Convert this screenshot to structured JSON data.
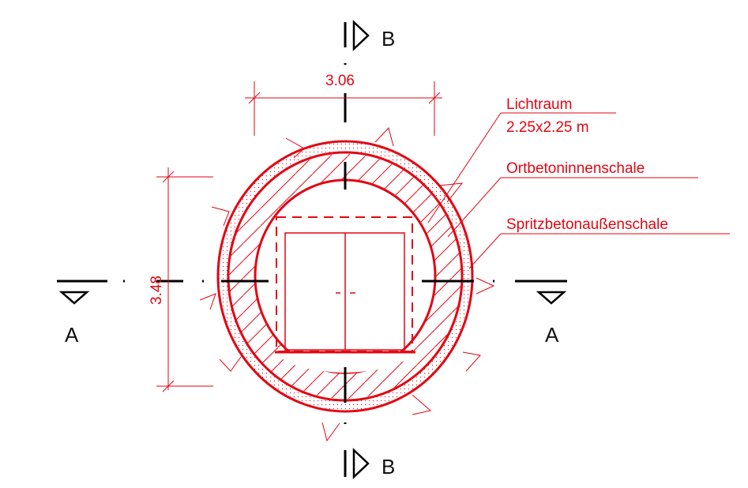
{
  "colors": {
    "drawing": "#e30613",
    "axis": "#000000"
  },
  "section_marks": {
    "left_label": "A",
    "right_label": "A",
    "top_label": "B",
    "bottom_label": "B"
  },
  "dimensions": {
    "width": "3.06",
    "height": "3.48"
  },
  "annotations": {
    "lichtraum_line1": "Lichtraum",
    "lichtraum_line2": "2.25x2.25 m",
    "inner_shell": "Ortbetoninnenschale",
    "outer_shell": "Spritzbetonaußenschale"
  }
}
